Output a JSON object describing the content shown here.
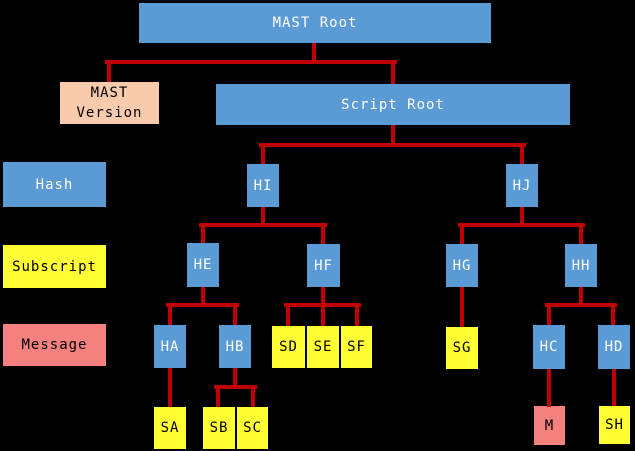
{
  "colors": {
    "background": "#000000",
    "connector": "#C00000",
    "hash_blue": "#5B9BD5",
    "subscript_yellow": "#FFFF33",
    "message_salmon": "#F48080",
    "version_peach": "#F8CBAD",
    "text_on_blue": "#FFFFFF",
    "text_on_light": "#000000"
  },
  "legend": {
    "hash": "Hash",
    "subscript": "Subscript",
    "message": "Message"
  },
  "nodes": {
    "mast_root": "MAST Root",
    "mast_version": "MAST Version",
    "script_root": "Script Root",
    "hi": "HI",
    "hj": "HJ",
    "he": "HE",
    "hf": "HF",
    "hg": "HG",
    "hh": "HH",
    "ha": "HA",
    "hb": "HB",
    "hc": "HC",
    "hd": "HD",
    "sd": "SD",
    "se": "SE",
    "sf": "SF",
    "sg": "SG",
    "sa": "SA",
    "sb": "SB",
    "sc": "SC",
    "m": "M",
    "sh": "SH"
  },
  "edges": [
    {
      "from": "MAST Root",
      "to": "MAST Version"
    },
    {
      "from": "MAST Root",
      "to": "Script Root"
    },
    {
      "from": "Script Root",
      "to": "HI"
    },
    {
      "from": "Script Root",
      "to": "HJ"
    },
    {
      "from": "HI",
      "to": "HE"
    },
    {
      "from": "HI",
      "to": "HF"
    },
    {
      "from": "HJ",
      "to": "HG"
    },
    {
      "from": "HJ",
      "to": "HH"
    },
    {
      "from": "HE",
      "to": "HA"
    },
    {
      "from": "HE",
      "to": "HB"
    },
    {
      "from": "HF",
      "to": "SD"
    },
    {
      "from": "HF",
      "to": "SE"
    },
    {
      "from": "HF",
      "to": "SF"
    },
    {
      "from": "HG",
      "to": "SG"
    },
    {
      "from": "HH",
      "to": "HC"
    },
    {
      "from": "HH",
      "to": "HD"
    },
    {
      "from": "HA",
      "to": "SA"
    },
    {
      "from": "HB",
      "to": "SB"
    },
    {
      "from": "HB",
      "to": "SC"
    },
    {
      "from": "HC",
      "to": "M"
    },
    {
      "from": "HD",
      "to": "SH"
    }
  ]
}
